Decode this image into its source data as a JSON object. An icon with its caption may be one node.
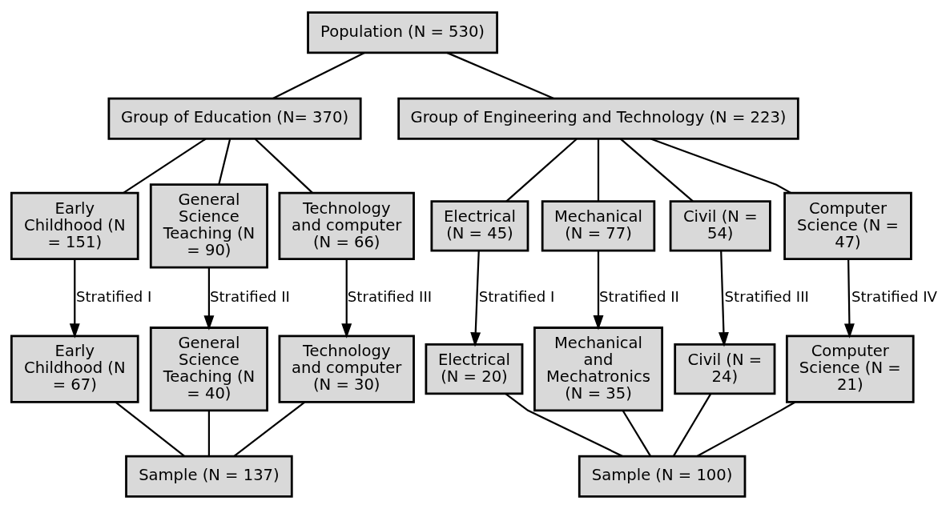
{
  "diagram": {
    "nodes": [
      {
        "text": [
          "Population (N = 530)"
        ]
      },
      {
        "text": [
          "Group of Education (N= 370)"
        ]
      },
      {
        "text": [
          "Group of Engineering and Technology (N = 223)"
        ]
      },
      {
        "text": [
          "Early Childhood (N = 151)"
        ]
      },
      {
        "text": [
          "General Science Teaching (N = 90)"
        ]
      },
      {
        "text": [
          "Technology and computer (N = 66)"
        ]
      },
      {
        "text": [
          "Electrical (N = 45)"
        ]
      },
      {
        "text": [
          "Mechanical (N = 77)"
        ]
      },
      {
        "text": [
          "Civil (N = 54)"
        ]
      },
      {
        "text": [
          "Computer Science (N = 47)"
        ]
      },
      {
        "text": [
          "Early Childhood (N = 67)"
        ]
      },
      {
        "text": [
          "General Science Teaching (N = 40)"
        ]
      },
      {
        "text": [
          "Technology and computer (N = 30)"
        ]
      },
      {
        "text": [
          "Electrical (N = 20)"
        ]
      },
      {
        "text": [
          "Mechanical and Mechatronics (N = 35)"
        ]
      },
      {
        "text": [
          "Civil (N = 24)"
        ]
      },
      {
        "text": [
          "Computer Science (N = 21)"
        ]
      },
      {
        "text": [
          "Sample (N = 137)"
        ]
      },
      {
        "text": [
          "Sample (N = 100)"
        ]
      }
    ],
    "edges": [
      {
        "from": 0,
        "to": 1,
        "arrow": "none"
      },
      {
        "from": 0,
        "to": 2,
        "arrow": "none"
      },
      {
        "from": 1,
        "to": 3,
        "arrow": "none"
      },
      {
        "from": 1,
        "to": 4,
        "arrow": "none"
      },
      {
        "from": 1,
        "to": 5,
        "arrow": "none"
      },
      {
        "from": 2,
        "to": 6,
        "arrow": "none"
      },
      {
        "from": 2,
        "to": 7,
        "arrow": "none"
      },
      {
        "from": 2,
        "to": 8,
        "arrow": "none"
      },
      {
        "from": 2,
        "to": 9,
        "arrow": "none"
      },
      {
        "from": 3,
        "to": 10,
        "arrow": "to",
        "label": "Stratified I"
      },
      {
        "from": 4,
        "to": 11,
        "arrow": "to",
        "label": "Stratified II"
      },
      {
        "from": 5,
        "to": 12,
        "arrow": "to",
        "label": "Stratified III"
      },
      {
        "from": 6,
        "to": 13,
        "arrow": "to",
        "label": "Stratified I"
      },
      {
        "from": 7,
        "to": 14,
        "arrow": "to",
        "label": "Stratified II"
      },
      {
        "from": 8,
        "to": 15,
        "arrow": "to",
        "label": "Stratified III"
      },
      {
        "from": 9,
        "to": 16,
        "arrow": "to",
        "label": "Stratified IV"
      },
      {
        "from": 10,
        "to": 17,
        "arrow": "none"
      },
      {
        "from": 11,
        "to": 17,
        "arrow": "none"
      },
      {
        "from": 12,
        "to": 17,
        "arrow": "none"
      },
      {
        "from": 13,
        "to": 18,
        "arrow": "none"
      },
      {
        "from": 14,
        "to": 18,
        "arrow": "none"
      },
      {
        "from": 15,
        "to": 18,
        "arrow": "none"
      },
      {
        "from": 16,
        "to": 18,
        "arrow": "none"
      }
    ]
  }
}
